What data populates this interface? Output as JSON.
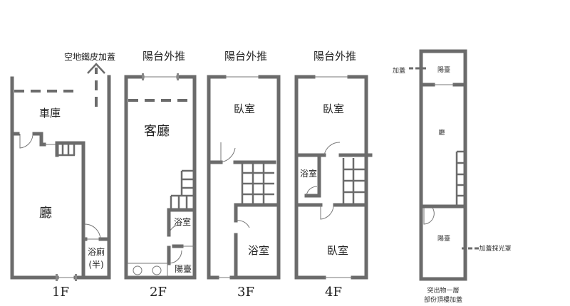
{
  "floors": [
    {
      "level": "1F",
      "note": "空地鐵皮加蓋",
      "rooms": [
        "車庫",
        "廳",
        "浴廁",
        "(半)"
      ]
    },
    {
      "level": "2F",
      "note": "陽台外推",
      "rooms": [
        "客廳",
        "浴室",
        "陽臺"
      ]
    },
    {
      "level": "3F",
      "note": "陽台外推",
      "rooms": [
        "臥室",
        "浴室"
      ]
    },
    {
      "level": "4F",
      "note": "陽台外推",
      "rooms": [
        "臥室",
        "浴室",
        "臥室"
      ]
    },
    {
      "level": "roof",
      "rooms": [
        "陽臺",
        "廳",
        "陽臺"
      ],
      "annotations": [
        "加蓋",
        "加蓋採光罩"
      ],
      "caption": [
        "突出物一層",
        "部份頂樓加蓋"
      ]
    }
  ]
}
